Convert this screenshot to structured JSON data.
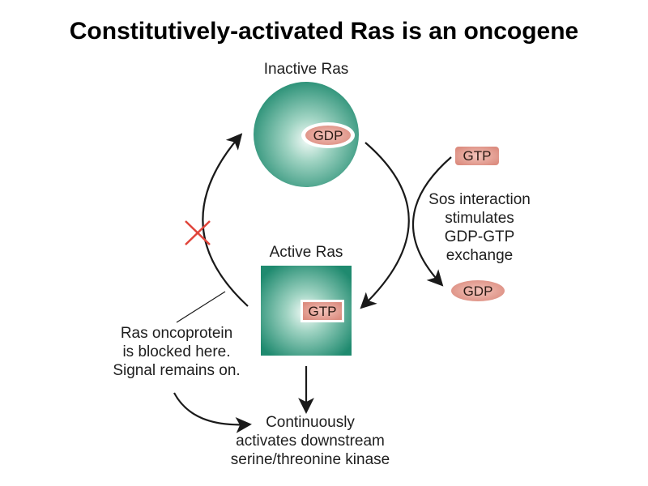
{
  "title": "Constitutively-activated Ras is an oncogene",
  "inactive": {
    "label": "Inactive Ras",
    "nucleotide": "GDP"
  },
  "active": {
    "label": "Active Ras",
    "nucleotide": "GTP"
  },
  "exchange": {
    "input": "GTP",
    "output": "GDP",
    "lines": [
      "Sos interaction",
      "stimulates",
      "GDP-GTP",
      "exchange"
    ]
  },
  "blocked_note": {
    "lines": [
      "Ras oncoprotein",
      "is blocked here.",
      "Signal remains on."
    ]
  },
  "downstream": {
    "lines": [
      "Continuously",
      "activates downstream",
      "serine/threonine kinase"
    ]
  },
  "colors": {
    "ras_green": "#1f8a6f",
    "ras_light": "#d9efe6",
    "pill_fill": "#e8a59a",
    "block_mark": "#e0443a",
    "arrow": "#1a1a1a"
  }
}
